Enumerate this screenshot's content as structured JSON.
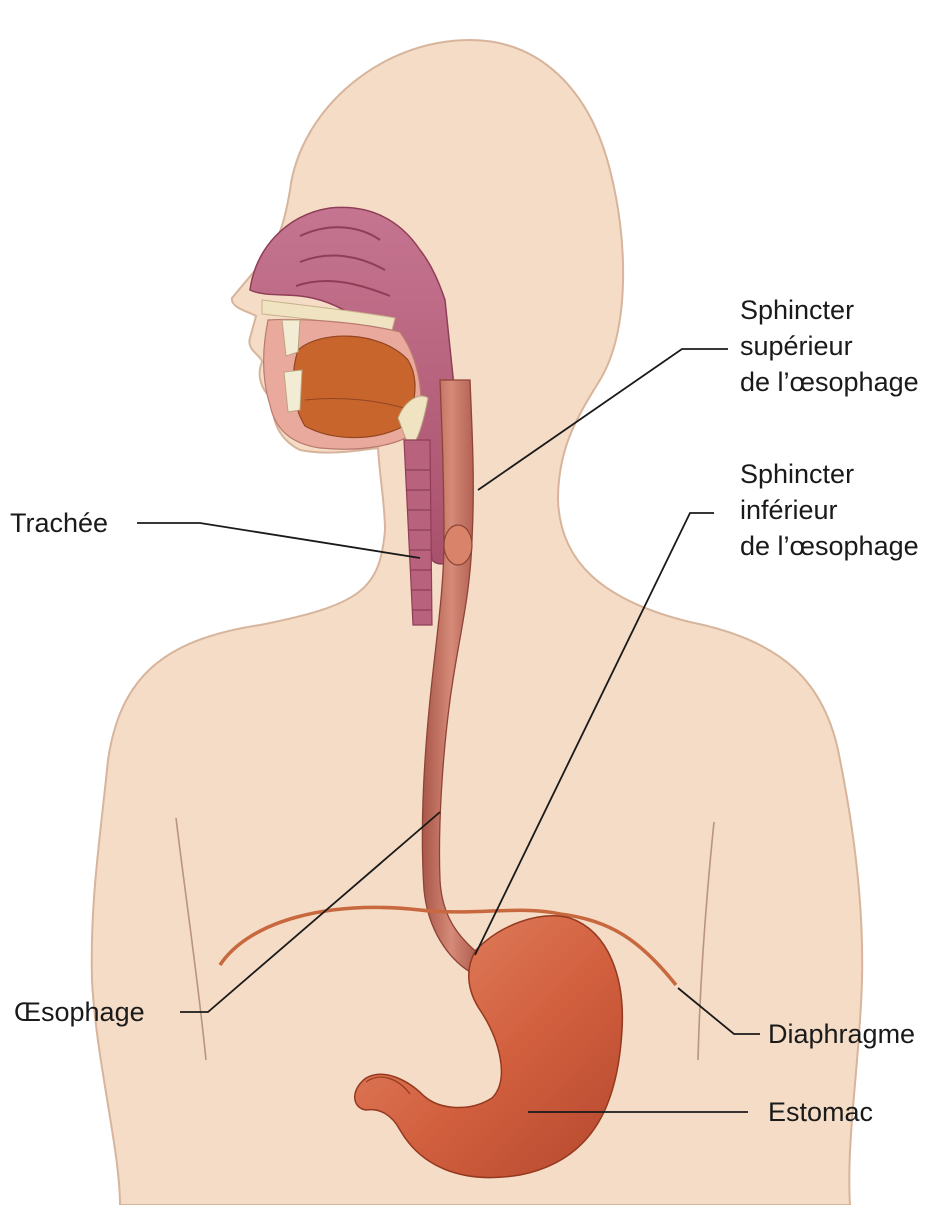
{
  "diagram": {
    "labels": {
      "upper_sphincter": [
        "Sphincter",
        "supérieur",
        "de l’œsophage"
      ],
      "lower_sphincter": [
        "Sphincter",
        "inférieur",
        "de l’œsophage"
      ],
      "trachea": "Trachée",
      "esophagus": "Œsophage",
      "diaphragm": "Diaphragme",
      "stomach": "Estomac"
    },
    "colors": {
      "skin": "#f5dcc6",
      "skin_outline": "#c9a48a",
      "nasal_cavity": "#b9627e",
      "tongue": "#c8652c",
      "esophagus": "#c07060",
      "stomach": "#d6694a",
      "diaphragm": "#c8683e"
    }
  }
}
